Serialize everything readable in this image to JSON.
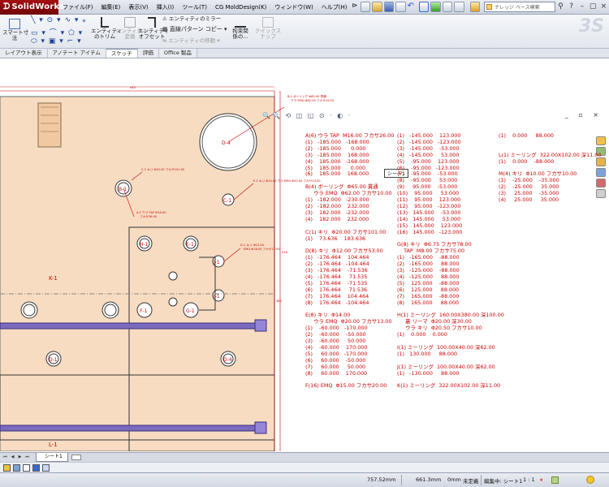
{
  "app": {
    "logo_prefix": "ᗪ",
    "logo_text": "SolidWorks"
  },
  "menu": [
    "ファイル(F)",
    "編集(E)",
    "表示(V)",
    "挿入(I)",
    "ツール(T)",
    "CG MoldDesign(K)",
    "ウィンドウ(W)",
    "ヘルプ(H)"
  ],
  "search": {
    "placeholder": "ナレッジ ベース検索"
  },
  "window_controls": [
    "?",
    "–",
    "▢",
    "×"
  ],
  "command_manager": {
    "smart_dim": "スマート寸\n法",
    "entity_trim": "エンティティ\nのトリム",
    "entity_convert": "エンティティ\n変換",
    "entity_offset": "エンティティ\nオフセット",
    "mirror_entities": "エンティティのミラー",
    "linear_pattern": "直線パターン コピー",
    "move_entities": "エンティティの移動",
    "relations": "拘束関\n係の...",
    "quick_snaps": "クイックスナップ",
    "watermark": "3S"
  },
  "tabs": [
    "レイアウト表示",
    "アノテート アイテム",
    "スケッチ",
    "評価",
    "Office 製品"
  ],
  "active_tab": 2,
  "heads_up": "🔍🔍 ⟲ ◫ ◱ ⊙ · ◐ ·",
  "doc_controls": "_ ▫ ×",
  "sheet_label": "シート1",
  "drawing": {
    "plate_labels": {
      "k1": "K-1",
      "l1": "L-1"
    },
    "hole_labels": {
      "d4": "D-4",
      "a_big": "B-1",
      "c1": "C-1",
      "h1": "H-1",
      "e1": "E-1",
      "j1": "J-1",
      "i1": "I-1",
      "f1": "F-1",
      "g1": "G-1",
      "d_row": "D-1"
    },
    "callouts": {
      "c1": "C-1 キリ Φ20.00 フカサ101.00",
      "b1a": "B-1 ボーリング Φ65.00 貫通",
      "b1b": "ウラ EMQ Φ62.00 フカサ10.00",
      "a1a": "A-1 ウラ TAP M16.00",
      "a1b": "フカサ26.00",
      "e1": "E-1 キリ Φ14.00 ウラ EMQ Φ20.00 フカサ13.00",
      "d1a": "D-1 キリ Φ12.00",
      "d1b": "EMQ Φ18.00 フカサ13.00"
    },
    "dim_top": "440",
    "dim_vertical": "380",
    "dim_side": "316"
  },
  "notes": {
    "col1": "A(6) ウラ TAP  M16.00 フカサ26.00\n(1)   -185.000   -168.000\n(2)   -185.000      0.000\n(3)   -185.000    168.000\n(4)    185.000   -168.000\n(5)    185.000      0.000\n(6)    185.000    168.000\n\nB(4) ボーリング  Φ65.00 貫通\n     ウラ EMQ  Φ62.00 フカサ10.00\n(1)   -182.000   -230.000\n(2)   -182.000    232.000\n(3)    182.000   -232.000\n(4)    182.000    232.000\n\nC(1) キリ  Φ20.00 フカサ101.00\n(1)    73.636    183.636\n\nD(8) キリ  Φ12.00 フカサ53.00\n(1)   -176.464    104.464\n(2)   -176.464   -104.464\n(3)   -176.464    -71.536\n(4)   -176.464     71.535\n(5)    176.464    -71.535\n(6)    176.464     71.536\n(7)    176.464    104.464\n(8)    176.464   -104.464\n\nE(8) キリ  Φ14.00\n     ウラ EMQ  Φ20.00 フカサ13.00\n(1)    -60.000   -170.000\n(2)    -60.000    -50.000\n(3)    -60.000     50.000\n(4)    -60.000    170.000\n(5)     60.000   -170.000\n(6)     60.000    -50.000\n(7)     60.000     50.000\n(8)     60.000    170.000\n\nF(16) EMQ  Φ15.00 フカサ20.00",
    "col2": "(1)   -145.000    123.000\n(2)   -145.000   -123.000\n(3)   -145.000    -53.000\n(4)   -145.000     53.000\n(5)    -95.000    123.000\n(6)    -95.000   -123.000\n(7)    -95.000    -53.000\n(8)    -95.000     53.000\n(9)     95.000    -53.000\n(10)    95.000     53.000\n(11)    95.000    123.000\n(12)    95.000   -123.000\n(13)   145.000    -53.000\n(14)   145.000     53.000\n(15)   145.000    123.000\n(16)   145.000   -123.000\n\nG(8) キリ  Φ6.75 フカサ78.00\n    TAP  M8.00 フカサ75.00\n(1)   -165.000    -88.000\n(2)   -165.000     88.000\n(3)   -125.000    -88.000\n(4)   -125.000     88.000\n(5)    125.000    -88.000\n(6)    125.000     88.000\n(7)    165.000    -88.000\n(8)    165.000     88.000\n\nH(1) ミーリング  160.00X380.00 深100.00\n     裏 リーマ  Φ20.00 深30.00\n     ウラ キリ  Φ20.50 フカサ10.00\n(1)    0.000    0.000\n\nI(1) ミーリング  100.00X40.00 深62.00\n(1)   130.000     88.000\n\nJ(1) ミーリング  100.00X40.00 深62.00\n(1)   -130.000     88.000\n\nK(1) ミーリング  322.00X102.00 深11.00",
    "col3": "(1)    0.000     88.000\n\n\nL(1) ミーリング  322.00X102.00 深11.00\n(1)    0.000    -88.000\n\nM(4) キリ  Φ10.00 フカサ10.00\n(1)    -25.000    -35.000\n(2)    -25.000     35.000\n(3)     25.000    -35.000\n(4)     25.000     35.000"
  },
  "sheet_tab": "シート1",
  "status": {
    "x": "757.52mm",
    "y": "661.3mm",
    "z": "0mm",
    "defined": "未定義",
    "editing": "編集中: シート1",
    "scale": "1 : 1"
  }
}
